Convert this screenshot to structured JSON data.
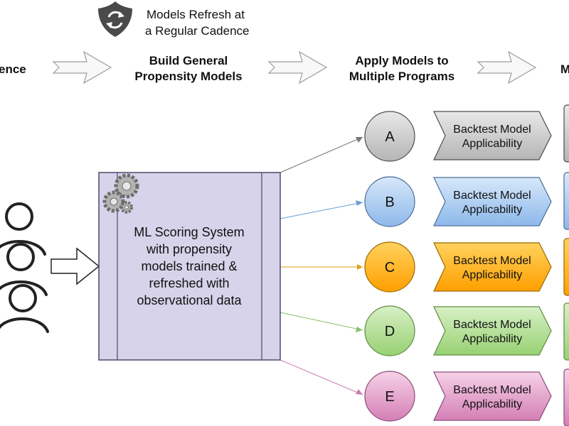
{
  "header": {
    "step_partial": "ence",
    "step_build": [
      "Build General",
      "Propensity Models"
    ],
    "step_apply": [
      "Apply Models to",
      "Multiple Programs"
    ],
    "step_next_partial": "M"
  },
  "refresh_note": [
    "Models Refresh at",
    "a Regular Cadence"
  ],
  "ml_system": {
    "label": [
      "ML Scoring System",
      "with propensity",
      "models trained &",
      "refreshed with",
      "observational data"
    ]
  },
  "programs": [
    {
      "id": "A",
      "backtest": [
        "Backtest Model",
        "Applicability"
      ],
      "color": "#bdbdbd"
    },
    {
      "id": "B",
      "backtest": [
        "Backtest Model",
        "Applicability"
      ],
      "color": "#9fc3ef"
    },
    {
      "id": "C",
      "backtest": [
        "Backtest Model",
        "Applicability"
      ],
      "color": "#ffad12"
    },
    {
      "id": "D",
      "backtest": [
        "Backtest Model",
        "Applicability"
      ],
      "color": "#a6d985"
    },
    {
      "id": "E",
      "backtest": [
        "Backtest Model",
        "Applicability"
      ],
      "color": "#dc92c0"
    }
  ],
  "icons": [
    "refresh-shield-icon",
    "gears-icon",
    "people-icon"
  ]
}
